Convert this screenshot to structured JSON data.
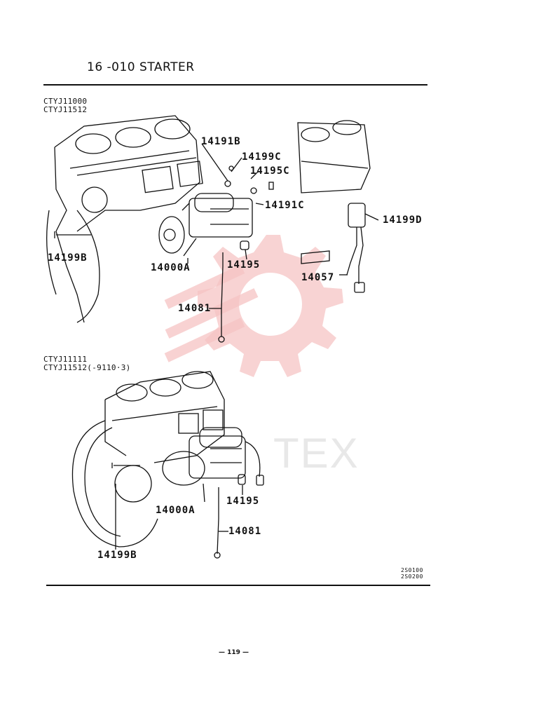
{
  "header": {
    "title": "16 -010  STARTER"
  },
  "sections": [
    {
      "models": [
        "CTYJ11000",
        "CTYJ11512"
      ]
    },
    {
      "models": [
        "CTYJ11111",
        "CTYJ11512(-9110·3)"
      ]
    }
  ],
  "callouts_top": [
    "14191B",
    "14199C",
    "14195C",
    "14191C",
    "14199D",
    "14199B",
    "14000A",
    "14195",
    "14057",
    "14081"
  ],
  "callouts_bottom": [
    "14000A",
    "14195",
    "14081",
    "14199B"
  ],
  "watermark": {
    "text": "TEX",
    "color": "#f4b9b9"
  },
  "codes": [
    "2S0100",
    "2S0200"
  ],
  "page_number": "— 119 —",
  "colors": {
    "ink": "#111111",
    "watermark": "#f4b9b9"
  }
}
